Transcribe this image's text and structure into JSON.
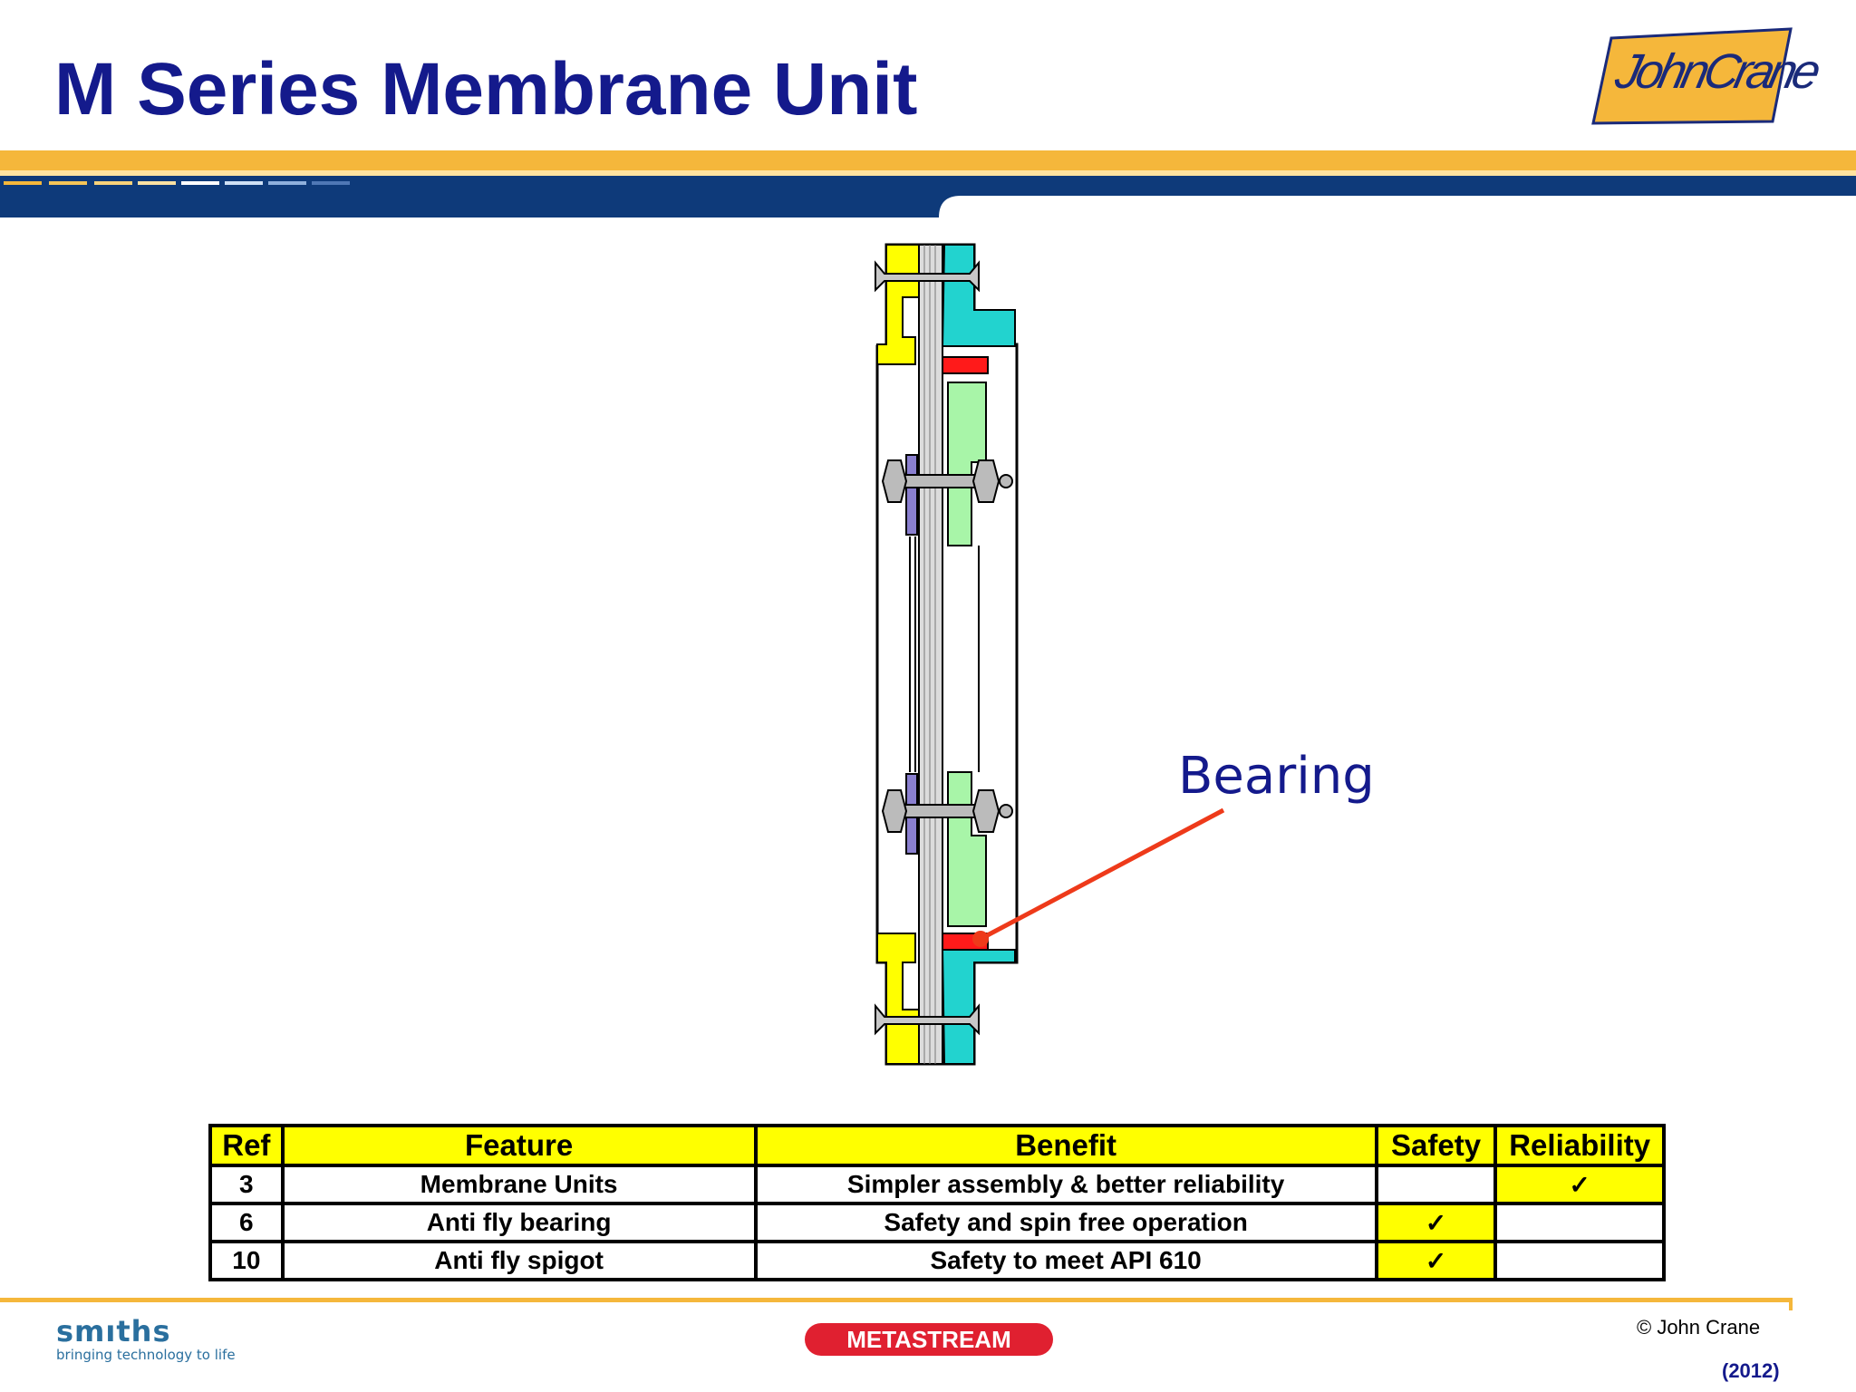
{
  "slide": {
    "title": "M Series Membrane Unit"
  },
  "logo": {
    "text": "JohnCrane"
  },
  "diagram": {
    "callout_label": "Bearing"
  },
  "table": {
    "headers": {
      "ref": "Ref",
      "feature": "Feature",
      "benefit": "Benefit",
      "safety": "Safety",
      "reliability": "Reliability"
    },
    "rows": [
      {
        "ref": "3",
        "feature": "Membrane Units",
        "benefit": "Simpler assembly & better reliability",
        "safety": "",
        "reliability": "✓"
      },
      {
        "ref": "6",
        "feature": "Anti fly bearing",
        "benefit": "Safety and spin free operation",
        "safety": "✓",
        "reliability": ""
      },
      {
        "ref": "10",
        "feature": "Anti fly spigot",
        "benefit": "Safety to meet API 610",
        "safety": "✓",
        "reliability": ""
      }
    ]
  },
  "footer": {
    "smiths_name": "smıths",
    "smiths_tagline": "bringing technology to life",
    "metastream": "METASTREAM",
    "copyright": "© John Crane",
    "year": "(2012)"
  },
  "colors": {
    "title_blue": "#141a8c",
    "band_orange": "#f5b73b",
    "band_navy": "#0e3a7a",
    "table_header_yellow": "#ffff00",
    "leader_red": "#ee3a1a"
  }
}
